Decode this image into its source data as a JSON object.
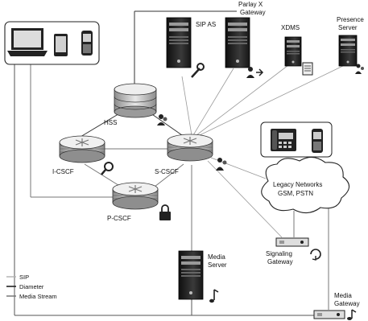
{
  "nodes": {
    "hss": "HSS",
    "icscf": "I-CSCF",
    "scscf": "S-CSCF",
    "pcscf": "P-CSCF",
    "sip_as": "SIP AS",
    "parlay_line1": "Parlay X",
    "parlay_line2": "Gateway",
    "xdms": "XDMS",
    "presence_line1": "Presence",
    "presence_line2": "Server",
    "media_server_line1": "Media",
    "media_server_line2": "Server",
    "legacy_line1": "Legacy Networks",
    "legacy_line2": "GSM, PSTN",
    "signaling_line1": "Signaling",
    "signaling_line2": "Gateway",
    "media_gateway_line1": "Media",
    "media_gateway_line2": "Gateway"
  },
  "legend": {
    "sip": "SIP",
    "diameter": "Diameter",
    "media_stream": "Media Stream"
  },
  "icons": [
    "laptop-icon",
    "tablet-icon",
    "mobile-phone-icon",
    "desk-phone-icon",
    "wrench-icon",
    "magnifier-icon",
    "padlock-icon",
    "music-note-icon",
    "users-icon",
    "document-icon"
  ],
  "colors": {
    "sip_line": "#b0b0b0",
    "diameter_line": "#222222",
    "media_line": "#6e6e6e",
    "device_fill": "#d9d9d9",
    "server_fill": "#1e1e1e"
  }
}
